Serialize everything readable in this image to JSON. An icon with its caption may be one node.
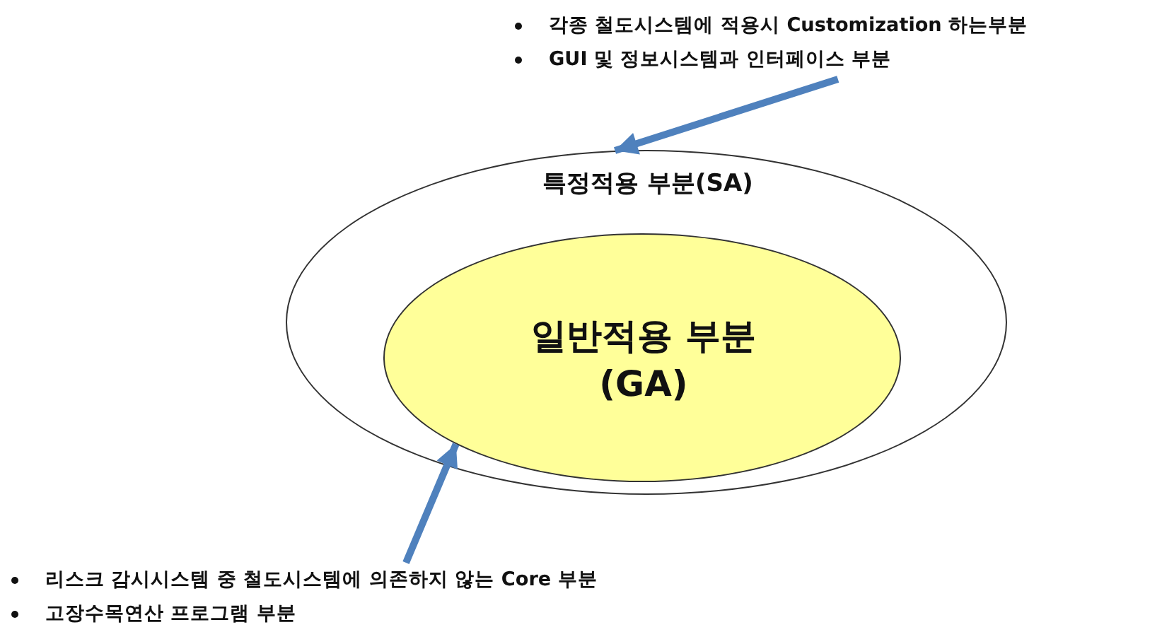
{
  "diagram": {
    "nodes": [
      {
        "text": [
          "특정적용 부분(SA)"
        ]
      },
      {
        "text": [
          "일반적용 부분 (GA)"
        ],
        "in": 0
      },
      {
        "text": [
          "각종 철도시스템에 적용시 Customization 하는부분",
          "GUI 및 정보시스템과 인터페이스 부분"
        ]
      },
      {
        "text": [
          "리스크 감시시스템 중 철도시스템에 의존하지 않는 Core 부분",
          "고장수목연산 프로그램 부분"
        ]
      }
    ],
    "edges": [
      {
        "from": 2,
        "to": 0,
        "arrow": "to"
      },
      {
        "from": 3,
        "to": 1,
        "arrow": "to"
      }
    ]
  }
}
